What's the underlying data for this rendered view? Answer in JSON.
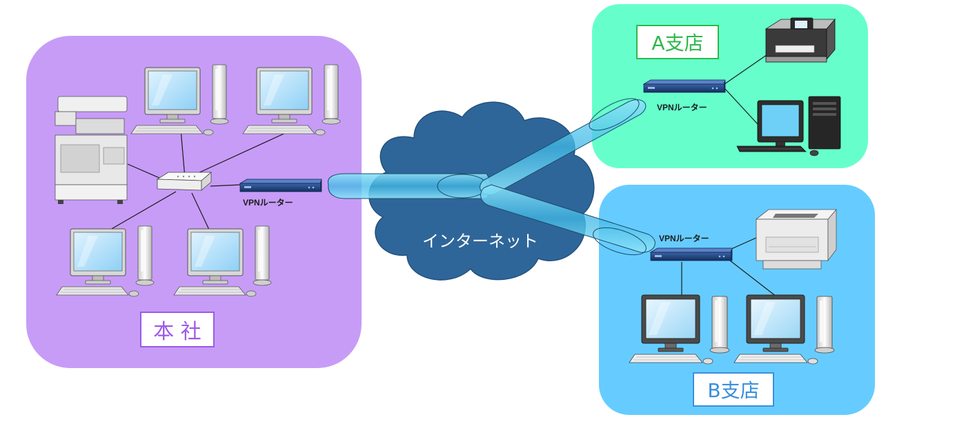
{
  "sites": {
    "headquarters": {
      "label": "本 社",
      "color": "#c79cf7",
      "label_color": "#9b59e8"
    },
    "branch_a": {
      "label": "A支店",
      "color": "#66ffcc",
      "label_color": "#2db84a"
    },
    "branch_b": {
      "label": "B支店",
      "color": "#66ccff",
      "label_color": "#3a8fdc"
    }
  },
  "cloud": {
    "label": "インターネット",
    "color": "#2f6699"
  },
  "routers": {
    "headquarters": "VPNルーター",
    "branch_a": "VPNルーター",
    "branch_b": "VPNルーター"
  },
  "icons": {
    "headquarters": [
      "multifunction-printer-icon",
      "desktop-pc-icon",
      "desktop-pc-icon",
      "desktop-pc-icon",
      "desktop-pc-icon",
      "network-hub-icon",
      "vpn-router-icon"
    ],
    "branch_a": [
      "inkjet-printer-icon",
      "desktop-pc-icon",
      "vpn-router-icon"
    ],
    "branch_b": [
      "laser-printer-icon",
      "desktop-pc-icon",
      "desktop-pc-icon",
      "vpn-router-icon"
    ]
  },
  "colors": {
    "tunnel": "#55c6ea",
    "router": "#1e3f7a"
  }
}
